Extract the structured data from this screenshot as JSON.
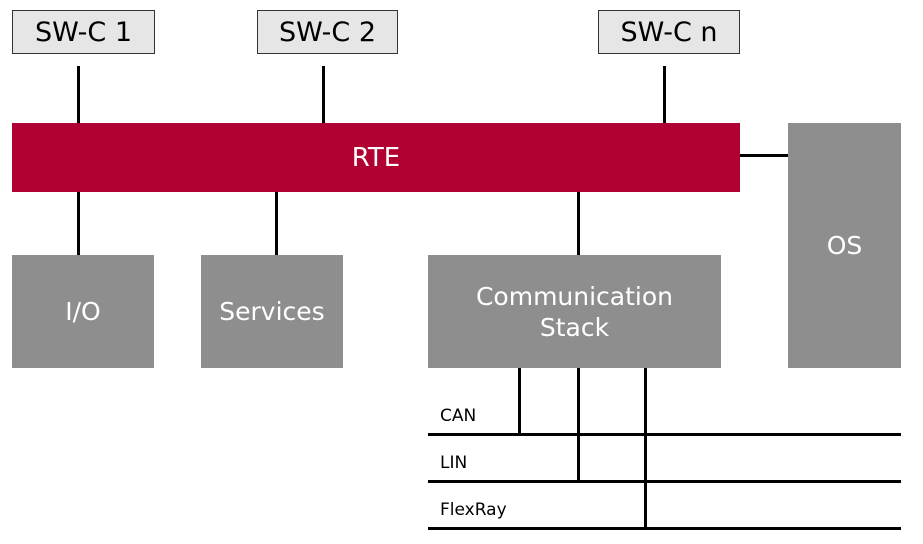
{
  "software_components": [
    "SW-C 1",
    "SW-C 2",
    "SW-C n"
  ],
  "rte": {
    "label": "RTE"
  },
  "modules": {
    "io": "I/O",
    "services": "Services",
    "communication_stack_line1": "Communication",
    "communication_stack_line2": "Stack",
    "os": "OS"
  },
  "buses": [
    "CAN",
    "LIN",
    "FlexRay"
  ],
  "colors": {
    "rte": "#b10032",
    "module": "#8e8e8e",
    "software_component": "#e6e6e6",
    "line": "#000000"
  }
}
